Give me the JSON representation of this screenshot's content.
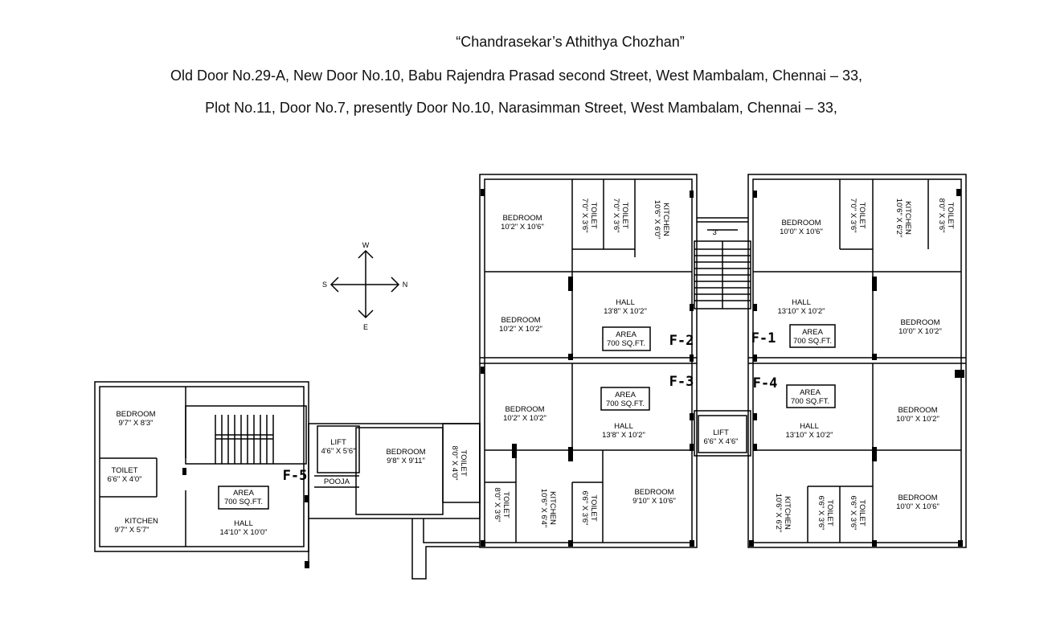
{
  "header": {
    "title": "“Chandrasekar’s Athithya Chozhan”",
    "line1": "Old Door No.29-A, New Door No.10, Babu Rajendra Prasad second Street, West Mambalam, Chennai – 33,",
    "line2": "Plot No.11, Door No.7, presently Door No.10, Narasimman Street, West Mambalam, Chennai – 33,"
  },
  "compass": {
    "north": "N",
    "south": "S",
    "east": "E",
    "west": "W"
  },
  "flats": {
    "f1": "F-1",
    "f2": "F-2",
    "f3": "F-3",
    "f4": "F-4",
    "f5": "F-5"
  },
  "rooms": {
    "f2_bed1": [
      "BEDROOM",
      "10'2\" X 10'6\""
    ],
    "f2_toilet1": [
      "TOILET",
      "7'0\" X 3'6\""
    ],
    "f2_toilet2": [
      "TOILET",
      "7'0\" X 3'6\""
    ],
    "f2_kitchen": [
      "KITCHEN",
      "10'6\" X 6'0\""
    ],
    "f2_bed2": [
      "BEDROOM",
      "10'2\" X 10'2\""
    ],
    "f2_hall": [
      "HALL",
      "13'8\" X 10'2\""
    ],
    "f2_area": [
      "AREA",
      "700 SQ.FT."
    ],
    "stair_width": "3'",
    "f1_bed1": [
      "BEDROOM",
      "10'0\" X 10'6\""
    ],
    "f1_toilet1": [
      "TOILET",
      "7'0\" X 3'6\""
    ],
    "f1_kitchen": [
      "KITCHEN",
      "10'6\" X 6'2\""
    ],
    "f1_toilet2": [
      "TOILET",
      "8'0\" X 3'6\""
    ],
    "f1_hall": [
      "HALL",
      "13'10\" X 10'2\""
    ],
    "f1_area": [
      "AREA",
      "700 SQ.FT."
    ],
    "f1_bed2": [
      "BEDROOM",
      "10'0\" X 10'2\""
    ],
    "f3_bed1": [
      "BEDROOM",
      "10'2\" X 10'2\""
    ],
    "f3_area": [
      "AREA",
      "700 SQ.FT."
    ],
    "f3_hall": [
      "HALL",
      "13'8\" X 10'2\""
    ],
    "f3_toilet1": [
      "TOILET",
      "8'0\" X 3'6\""
    ],
    "f3_kitchen": [
      "KITCHEN",
      "10'6\" X 6'4\""
    ],
    "f3_toilet2": [
      "TOILET",
      "6'6\" X 3'6\""
    ],
    "f3_bed2": [
      "BEDROOM",
      "9'10\" X 10'6\""
    ],
    "lift_main": [
      "LIFT",
      "6'6\" X 4'6\""
    ],
    "f4_area": [
      "AREA",
      "700 SQ.FT."
    ],
    "f4_hall": [
      "HALL",
      "13'10\" X 10'2\""
    ],
    "f4_bed1": [
      "BEDROOM",
      "10'0\" X 10'2\""
    ],
    "f4_kitchen": [
      "KITCHEN",
      "10'6\" X 6'2\""
    ],
    "f4_toilet1": [
      "TOILET",
      "6'6\" X 3'6\""
    ],
    "f4_toilet2": [
      "TOILET",
      "6'6\" X 3'6\""
    ],
    "f4_bed2": [
      "BEDROOM",
      "10'0\" X 10'6\""
    ],
    "f5_bed1": [
      "BEDROOM",
      "9'7\" X 8'3\""
    ],
    "f5_toilet": [
      "TOILET",
      "6'6\" X 4'0\""
    ],
    "f5_kitchen": [
      "KITCHEN",
      "9'7\" X 5'7\""
    ],
    "f5_area": [
      "AREA",
      "700 SQ.FT."
    ],
    "f5_hall": [
      "HALL",
      "14'10\" X 10'0\""
    ],
    "f5_lift": [
      "LIFT",
      "4'6\" X 5'6\""
    ],
    "f5_pooja": "POOJA",
    "f5_bed2": [
      "BEDROOM",
      "9'8\" X 9'11\""
    ],
    "f5_toilet2": [
      "TOILET",
      "8'0\" X 4'0\""
    ]
  }
}
